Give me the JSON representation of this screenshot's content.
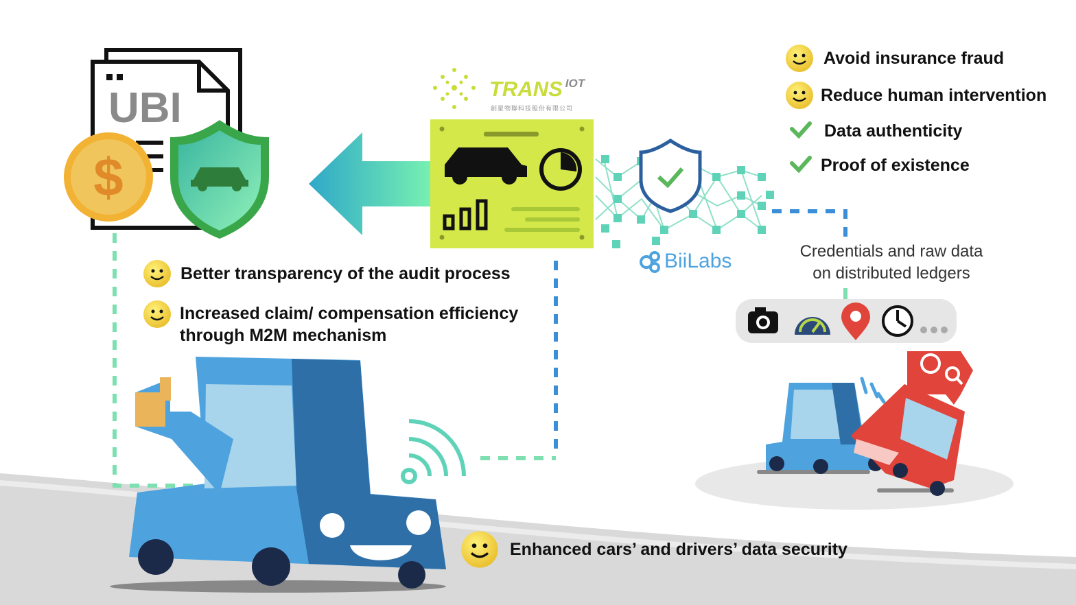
{
  "documents": {
    "ubi_label": "UBI",
    "currency_symbol": "$"
  },
  "transiot": {
    "logo_text": "TRANS",
    "logo_suffix": "IOT",
    "logo_subtitle": "創星物聯科技股份有限公司"
  },
  "biilabs": {
    "logo_text": "BiiLabs"
  },
  "benefits_right": [
    {
      "text": "Avoid insurance fraud",
      "icon": "smiley-icon"
    },
    {
      "text": "Reduce human intervention",
      "icon": "smiley-icon"
    },
    {
      "text": "Data authenticity",
      "icon": "checkmark-icon"
    },
    {
      "text": "Proof of existence",
      "icon": "checkmark-icon"
    }
  ],
  "benefits_left": [
    {
      "text": "Better transparency of the audit process",
      "icon": "smiley-icon"
    },
    {
      "text": "Increased claim/ compensation efficiency",
      "text2": "through M2M mechanism",
      "icon": "smiley-icon"
    }
  ],
  "ledger_caption": {
    "line1": "Credentials and raw data",
    "line2": "on distributed ledgers"
  },
  "sensor_icons": [
    "camera-icon",
    "speedometer-icon",
    "location-pin-icon",
    "clock-icon",
    "more-dots-icon"
  ],
  "bottom_benefit": {
    "text": "Enhanced cars’ and drivers’ data security",
    "icon": "smiley-icon"
  },
  "colors": {
    "car_blue": "#4ea3de",
    "car_dark_blue": "#2e6fa8",
    "lime_panel": "#d4e84a",
    "shield_green": "#3aa64a",
    "coin_gold": "#f2b233",
    "dashed_green": "#7ee0b0",
    "dashed_blue": "#3a8fd8",
    "smiley_yellow": "#f7d84a",
    "check_green": "#5bb75b",
    "crash_red": "#e0443a"
  }
}
